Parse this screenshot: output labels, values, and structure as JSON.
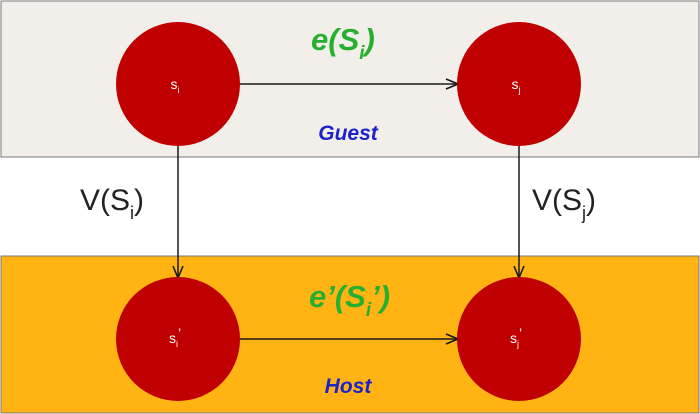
{
  "colors": {
    "guest_band": "#F2EFEA",
    "host_band": "#FFB414",
    "node_fill": "#C00000",
    "node_text": "#FFFFFF",
    "transition_label": "#27B030",
    "band_label": "#1D23C8",
    "arrow": "#1A1A1A",
    "map_label": "#222222"
  },
  "guest": {
    "label": "Guest",
    "transition_func": "e(S",
    "transition_sub": "i",
    "transition_close": ")",
    "node_i": {
      "base": "s",
      "sub": "i"
    },
    "node_j": {
      "base": "s",
      "sub": "j"
    }
  },
  "host": {
    "label": "Host",
    "transition_func": "e’(S",
    "transition_sub": "i",
    "transition_close": "’)",
    "node_i": {
      "base": "s",
      "sub": "i",
      "prime": "’"
    },
    "node_j": {
      "base": "s",
      "sub": "j",
      "prime": "’"
    }
  },
  "mappings": {
    "left": {
      "func": "V(S",
      "sub": "i",
      "close": ")"
    },
    "right": {
      "func": "V(S",
      "sub": "j",
      "close": ")"
    }
  }
}
